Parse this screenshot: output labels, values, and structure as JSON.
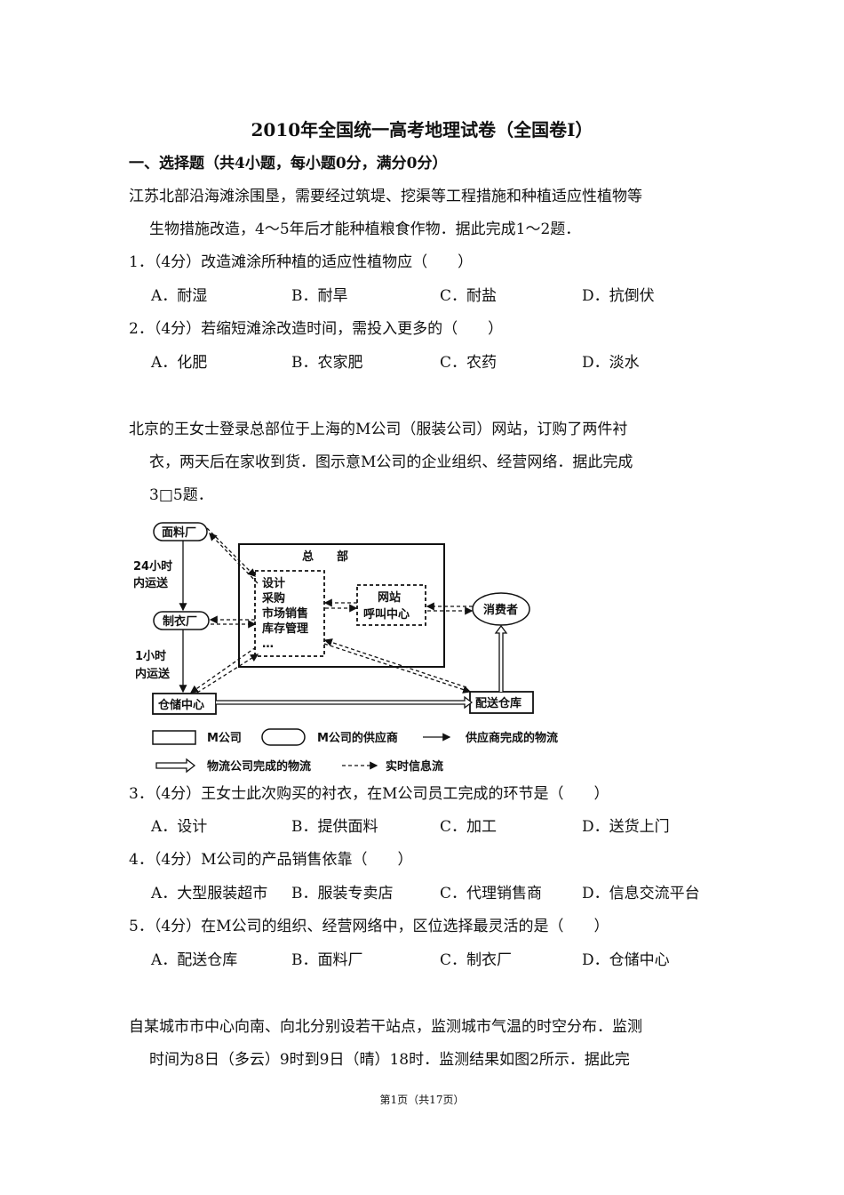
{
  "title": "2010年全国统一高考地理试卷（全国卷I）",
  "section": "一、选择题（共4小题，每小题0分，满分0分）",
  "intro1": [
    "江苏北部沿海滩涂围垦，需要经过筑堤、挖渠等工程措施和种植适应性植物等",
    "生物措施改造，4～5年后才能种植粮食作物．据此完成1～2题．"
  ],
  "questions": [
    {
      "stem": "1．（4分）改造滩涂所种植的适应性植物应（　　）",
      "options": [
        "A．耐湿",
        "B．耐旱",
        "C．耐盐",
        "D．抗倒伏"
      ]
    },
    {
      "stem": "2．（4分）若缩短滩涂改造时间，需投入更多的（　　）",
      "options": [
        "A．化肥",
        "B．农家肥",
        "C．农药",
        "D．淡水"
      ]
    },
    {
      "stem": "3．（4分）王女士此次购买的衬衣，在M公司员工完成的环节是（　　）",
      "options": [
        "A．设计",
        "B．提供面料",
        "C．加工",
        "D．送货上门"
      ]
    },
    {
      "stem": "4．（4分）M公司的产品销售依靠（　　）",
      "options": [
        "A．大型服装超市",
        "B．服装专卖店",
        "C．代理销售商",
        "D．信息交流平台"
      ]
    },
    {
      "stem": "5．（4分）在M公司的组织、经营网络中，区位选择最灵活的是（　　）",
      "options": [
        "A．配送仓库",
        "B．面料厂",
        "C．制衣厂",
        "D．仓储中心"
      ]
    }
  ],
  "intro2": [
    "北京的王女士登录总部位于上海的M公司（服装公司）网站，订购了两件衬",
    "衣，两天后在家收到货．图示意M公司的企业组织、经营网络．据此完成",
    "3□5题．"
  ],
  "diagram": {
    "fabric_factory": "面料厂",
    "garment_factory": "制衣厂",
    "headquarters": "总　　部",
    "hq_functions": [
      "设计",
      "采购",
      "市场销售",
      "库存管理",
      "…"
    ],
    "website": [
      "网站",
      "呼叫中心"
    ],
    "consumer": "消费者",
    "storage_center": "仓储中心",
    "distribution_warehouse": "配送仓库",
    "transport1": [
      "24小时",
      "内运送"
    ],
    "transport2": [
      "1小时",
      "内运送"
    ],
    "legend": {
      "company": "M公司",
      "supplier": "M公司的供应商",
      "supplier_flow": "供应商完成的物流",
      "logistics_flow": "物流公司完成的物流",
      "info_flow": "实时信息流"
    }
  },
  "intro3": [
    "自某城市市中心向南、向北分别设若干站点，监测城市气温的时空分布．监测",
    "时间为8日（多云）9时到9日（晴）18时．监测结果如图2所示．据此完"
  ],
  "footer": "第1页（共17页）"
}
